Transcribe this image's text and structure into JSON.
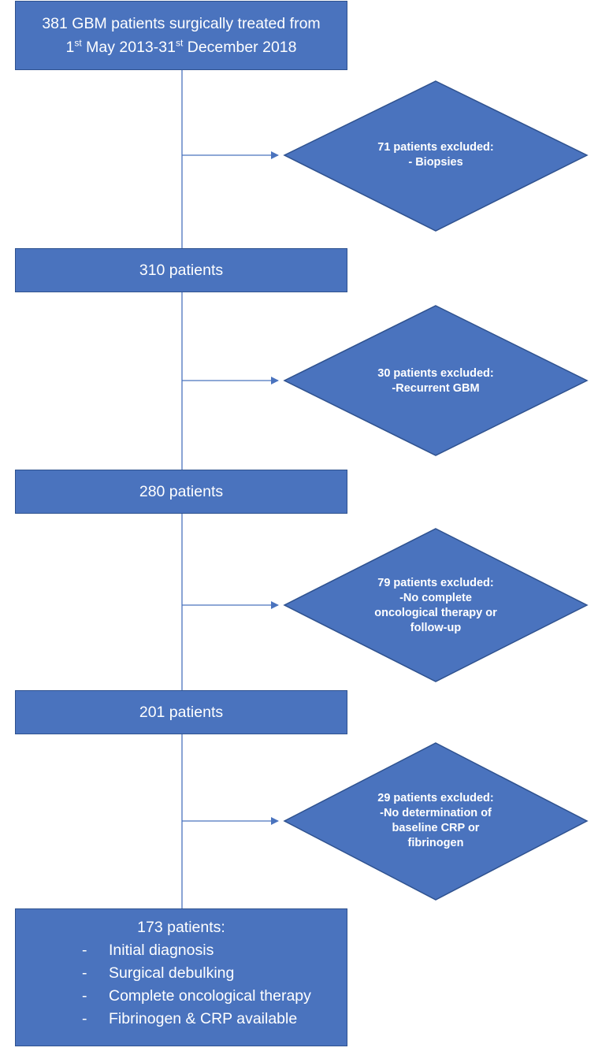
{
  "start": {
    "line1": "381 GBM patients surgically treated from",
    "line2_a": "1",
    "line2_sup1": "st",
    "line2_b": " May 2013-31",
    "line2_sup2": "st",
    "line2_c": " December 2018"
  },
  "steps": [
    {
      "label": "310 patients"
    },
    {
      "label": "280 patients"
    },
    {
      "label": "201 patients"
    }
  ],
  "exclusions": [
    {
      "line1": "71 patients excluded:",
      "line2": "- Biopsies",
      "line3": "",
      "line4": ""
    },
    {
      "line1": "30 patients excluded:",
      "line2": "-Recurrent GBM",
      "line3": "",
      "line4": ""
    },
    {
      "line1": "79 patients excluded:",
      "line2": "-No complete",
      "line3": "oncological therapy or",
      "line4": "follow-up"
    },
    {
      "line1": "29 patients excluded:",
      "line2": "-No determination of",
      "line3": "baseline CRP or",
      "line4": "fibrinogen"
    }
  ],
  "final": {
    "title": "173 patients:",
    "criteria": [
      {
        "dash": "-",
        "text": "Initial diagnosis"
      },
      {
        "dash": "-",
        "text": "Surgical debulking"
      },
      {
        "dash": "-",
        "text": "Complete oncological therapy"
      },
      {
        "dash": "-",
        "text": "Fibrinogen & CRP available"
      }
    ]
  },
  "colors": {
    "box_fill": "#4a73be",
    "box_border": "#2f528f",
    "connector": "#4a73be",
    "text": "#ffffff"
  }
}
